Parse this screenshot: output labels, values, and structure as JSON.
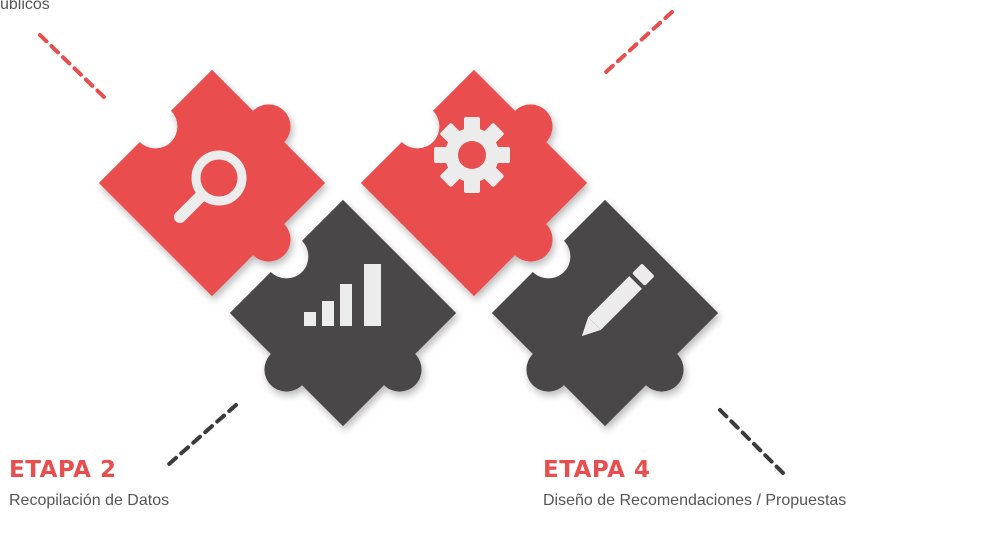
{
  "colors": {
    "red": "#e94e4e",
    "dark": "#4a4747",
    "icon": "#ececec",
    "dash_red": "#e94e4e",
    "dash_dark": "#3b3b3b"
  },
  "top_fragment": "úblicos",
  "pieces": [
    {
      "id": "search",
      "color": "red",
      "icon": "magnifier-icon"
    },
    {
      "id": "data",
      "color": "dark",
      "icon": "bar-chart-icon"
    },
    {
      "id": "settings",
      "color": "red",
      "icon": "gear-icon"
    },
    {
      "id": "design",
      "color": "dark",
      "icon": "pencil-icon"
    }
  ],
  "stages": [
    {
      "title": "ETAPA 2",
      "subtitle": "Recopilación de Datos"
    },
    {
      "title": "ETAPA 4",
      "subtitle": "Diseño de Recomendaciones / Propuestas"
    }
  ]
}
